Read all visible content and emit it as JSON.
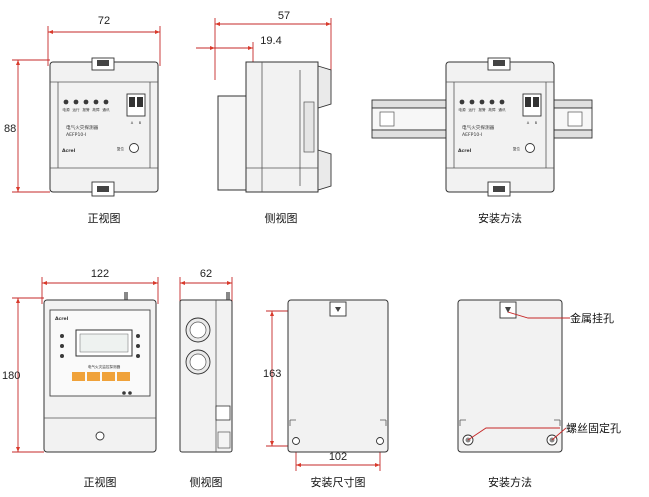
{
  "dims": {
    "top_front_width": "72",
    "top_front_height": "88",
    "top_side_depth": "57",
    "top_side_offset": "19.4",
    "bot_front_width": "122",
    "bot_front_height": "180",
    "bot_side_depth": "62",
    "bot_mount_height": "163",
    "bot_mount_width": "102"
  },
  "captions": {
    "top_front": "正视图",
    "top_side": "侧视图",
    "top_install": "安装方法",
    "bot_front": "正视图",
    "bot_side": "侧视图",
    "bot_mount": "安装尺寸图",
    "bot_install": "安装方法"
  },
  "callouts": {
    "hook_hole": "金属挂孔",
    "screw_hole": "螺丝固定孔"
  },
  "device_top": {
    "name": "电气火灾探测器",
    "model": "AEFP10-I",
    "brand": "Acrel",
    "led_labels": [
      "电源",
      "运行",
      "报警",
      "故障",
      "通讯"
    ],
    "terminal_labels": [
      "A",
      "B"
    ],
    "reset_label": "复位"
  },
  "device_bottom": {
    "brand": "Acrel",
    "panel_label": "电气火灾监控探测器"
  },
  "colors": {
    "dimension_line": "#c62828",
    "brand_red": "#d93a2b",
    "body_fill": "#f2f2f2",
    "keypad_orange": "#f0a23a"
  }
}
